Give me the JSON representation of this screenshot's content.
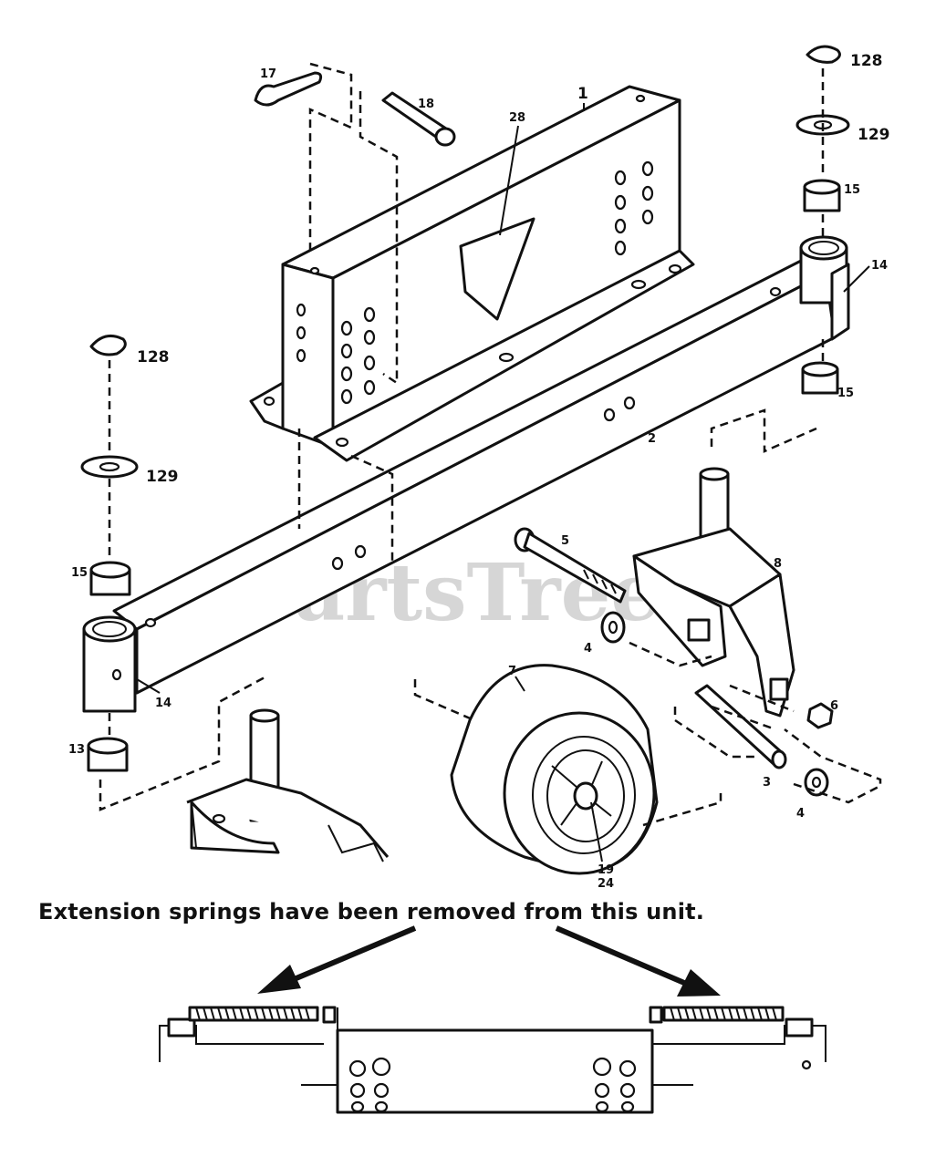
{
  "watermark": "PartsTree",
  "note": "Extension springs have been removed from this unit.",
  "callouts": {
    "c1": "1",
    "c2": "2",
    "c3": "3",
    "c4a": "4",
    "c4b": "4",
    "c5": "5",
    "c6": "6",
    "c7": "7",
    "c8": "8",
    "c13": "13",
    "c14a": "14",
    "c14b": "14",
    "c15a": "15",
    "c15b": "15",
    "c15c": "15",
    "c17": "17",
    "c18": "18",
    "c19": "19",
    "c24": "24",
    "c28": "28",
    "c128a": "128",
    "c128b": "128",
    "c129a": "129",
    "c129b": "129"
  }
}
